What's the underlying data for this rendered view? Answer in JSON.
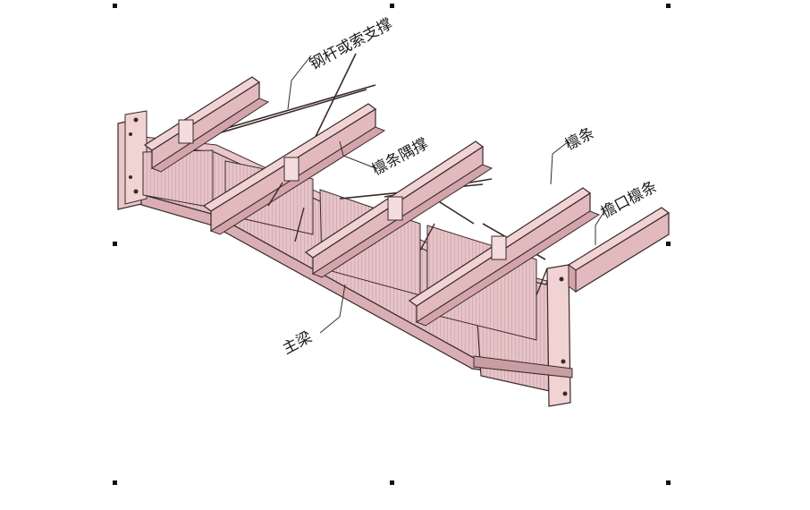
{
  "diagram": {
    "labels": {
      "bracing": "钢杆或索支撑",
      "purlin_brace": "檩条隅撑",
      "purlin": "檩条",
      "eave_purlin": "檐口檩条",
      "main_beam": "主梁"
    },
    "colors": {
      "steel_fill": "#e9c7c9",
      "steel_dark": "#c99ea3",
      "steel_shadow": "#b88990",
      "line": "#3a2a2c",
      "handle": "#111111"
    }
  }
}
